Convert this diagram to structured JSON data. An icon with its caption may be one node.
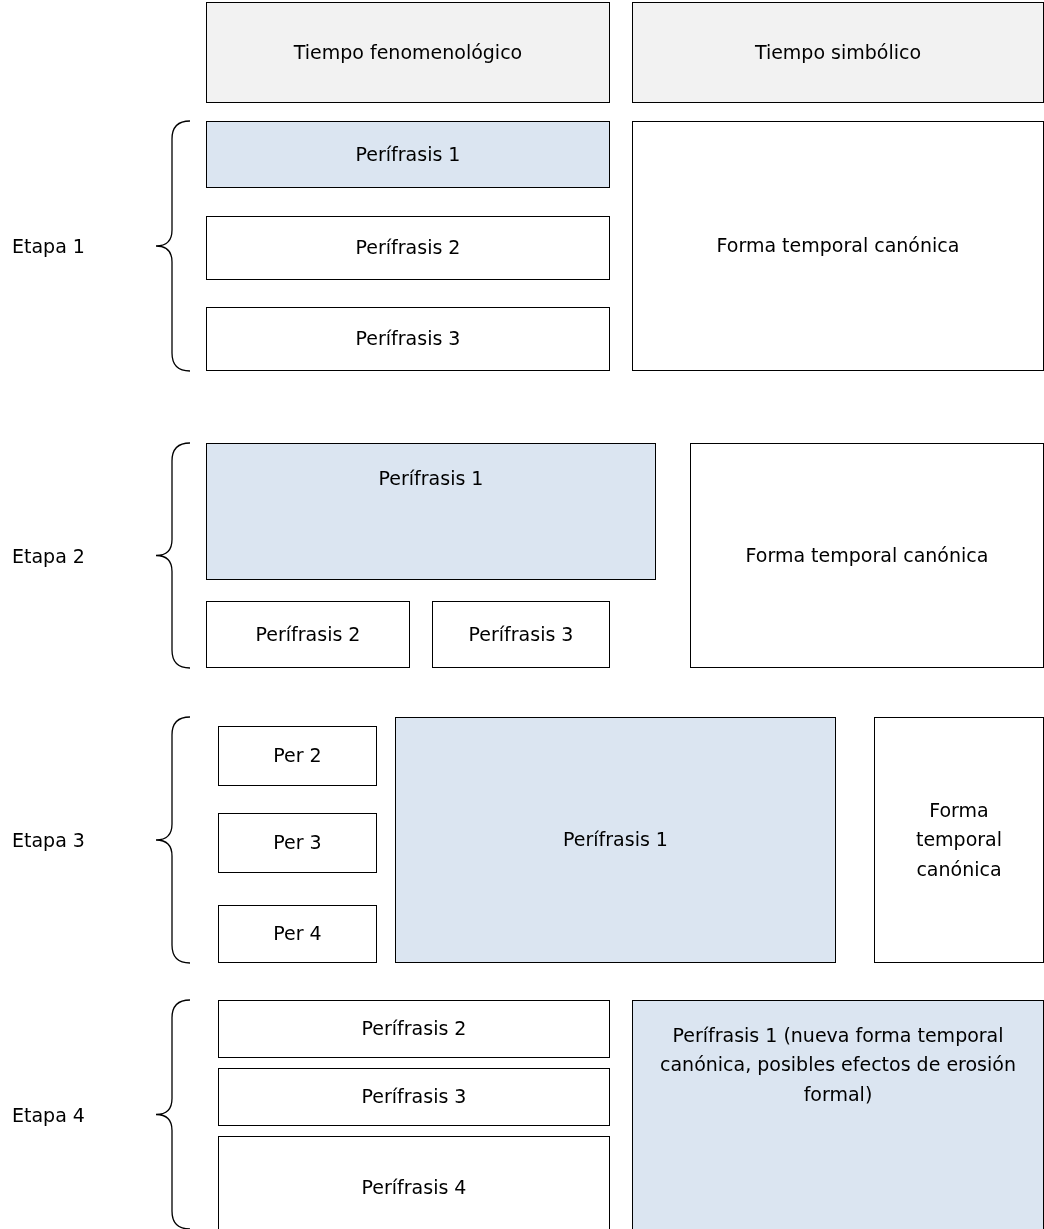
{
  "diagram": {
    "nodes": [
      {
        "text": [
          "Tiempo fenomenológico"
        ]
      },
      {
        "text": [
          "Tiempo simbólico"
        ]
      },
      {
        "text": [
          "Perífrasis 1"
        ]
      },
      {
        "text": [
          "Forma temporal canónica"
        ]
      },
      {
        "text": [
          "Perífrasis 2"
        ]
      },
      {
        "text": [
          "Perífrasis 3"
        ]
      },
      {
        "text": [
          "Perífrasis 1"
        ]
      },
      {
        "text": [
          "Forma temporal canónica"
        ]
      },
      {
        "text": [
          "Perífrasis 2"
        ]
      },
      {
        "text": [
          "Perífrasis 3"
        ]
      },
      {
        "text": [
          "Per 2"
        ]
      },
      {
        "text": [
          "Perífrasis 1"
        ]
      },
      {
        "text": [
          "Forma temporal canónica"
        ]
      },
      {
        "text": [
          "Per 3"
        ]
      },
      {
        "text": [
          "Per 4"
        ]
      },
      {
        "text": [
          "Perífrasis 2"
        ]
      },
      {
        "text": [
          "Perífrasis 1 (nueva forma temporal canónica, posibles efectos de erosión formal)"
        ]
      },
      {
        "text": [
          "Perífrasis 3"
        ]
      },
      {
        "text": [
          "Perífrasis 4"
        ]
      }
    ],
    "edges": [],
    "labels": [
      "Etapa 1",
      "Etapa 2",
      "Etapa 3",
      "Etapa 4"
    ]
  }
}
